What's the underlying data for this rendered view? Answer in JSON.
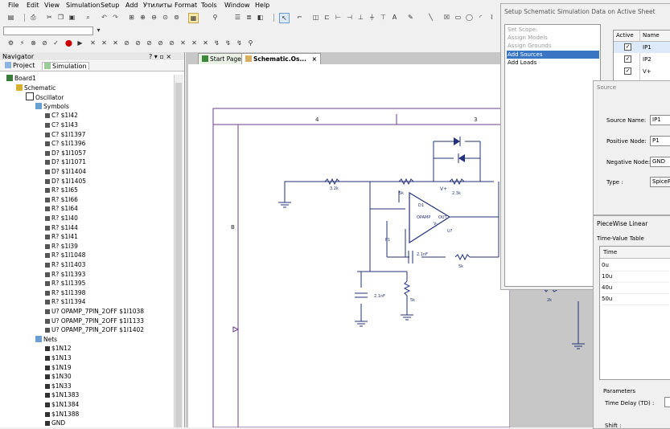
{
  "menu": [
    "File",
    "Edit",
    "View",
    "Simulation",
    "Setup",
    "Add",
    "Утилиты",
    "Format",
    "Tools",
    "Window",
    "Help"
  ],
  "navigator": {
    "title": "Navigator",
    "header_controls": "? ▾ ▫ ×",
    "tabs": [
      "Project",
      "Simulation"
    ],
    "tree": [
      {
        "label": "Board1",
        "indent": 0,
        "icon": "board-icon"
      },
      {
        "label": "Schematic",
        "indent": 1,
        "icon": "schematic-icon"
      },
      {
        "label": "Oscillator",
        "indent": 2,
        "icon": "sheet-icon"
      },
      {
        "label": "Symbols",
        "indent": 3,
        "icon": "folder-icon"
      },
      {
        "label": "C? $1I42",
        "indent": 4,
        "icon": "symbol-icon"
      },
      {
        "label": "C? $1I43",
        "indent": 4,
        "icon": "symbol-icon"
      },
      {
        "label": "C? $1I1397",
        "indent": 4,
        "icon": "symbol-icon"
      },
      {
        "label": "C? $1I1396",
        "indent": 4,
        "icon": "symbol-icon"
      },
      {
        "label": "D? $1I1057",
        "indent": 4,
        "icon": "symbol-icon"
      },
      {
        "label": "D? $1I1071",
        "indent": 4,
        "icon": "symbol-icon"
      },
      {
        "label": "D? $1I1404",
        "indent": 4,
        "icon": "symbol-icon"
      },
      {
        "label": "D? $1I1405",
        "indent": 4,
        "icon": "symbol-icon"
      },
      {
        "label": "R? $1I65",
        "indent": 4,
        "icon": "symbol-icon"
      },
      {
        "label": "R? $1I66",
        "indent": 4,
        "icon": "symbol-icon"
      },
      {
        "label": "R? $1I64",
        "indent": 4,
        "icon": "symbol-icon"
      },
      {
        "label": "R? $1I40",
        "indent": 4,
        "icon": "symbol-icon"
      },
      {
        "label": "R? $1I44",
        "indent": 4,
        "icon": "symbol-icon"
      },
      {
        "label": "R? $1I41",
        "indent": 4,
        "icon": "symbol-icon"
      },
      {
        "label": "R? $1I39",
        "indent": 4,
        "icon": "symbol-icon"
      },
      {
        "label": "R? $1I1048",
        "indent": 4,
        "icon": "symbol-icon"
      },
      {
        "label": "R? $1I1403",
        "indent": 4,
        "icon": "symbol-icon"
      },
      {
        "label": "R? $1I1393",
        "indent": 4,
        "icon": "symbol-icon"
      },
      {
        "label": "R? $1I1395",
        "indent": 4,
        "icon": "symbol-icon"
      },
      {
        "label": "R? $1I1398",
        "indent": 4,
        "icon": "symbol-icon"
      },
      {
        "label": "R? $1I1394",
        "indent": 4,
        "icon": "symbol-icon"
      },
      {
        "label": "U? OPAMP_7PIN_2OFF $1I1038",
        "indent": 4,
        "icon": "symbol-icon"
      },
      {
        "label": "U? OPAMP_7PIN_2OFF $1I1133",
        "indent": 4,
        "icon": "symbol-icon"
      },
      {
        "label": "U? OPAMP_7PIN_2OFF $1I1402",
        "indent": 4,
        "icon": "symbol-icon"
      },
      {
        "label": "Nets",
        "indent": 3,
        "icon": "folder-icon"
      },
      {
        "label": "$1N12",
        "indent": 4,
        "icon": "net-icon"
      },
      {
        "label": "$1N13",
        "indent": 4,
        "icon": "net-icon"
      },
      {
        "label": "$1N19",
        "indent": 4,
        "icon": "net-icon"
      },
      {
        "label": "$1N30",
        "indent": 4,
        "icon": "net-icon"
      },
      {
        "label": "$1N33",
        "indent": 4,
        "icon": "net-icon"
      },
      {
        "label": "$1N1383",
        "indent": 4,
        "icon": "net-icon"
      },
      {
        "label": "$1N1384",
        "indent": 4,
        "icon": "net-icon"
      },
      {
        "label": "$1N1388",
        "indent": 4,
        "icon": "net-icon"
      },
      {
        "label": "GND",
        "indent": 4,
        "icon": "net-icon"
      }
    ]
  },
  "doc_tabs": [
    "Start Page",
    "Schematic.Os..."
  ],
  "schematic": {
    "zone_labels": [
      "4",
      "3",
      "B"
    ],
    "components": [
      "3.2k",
      "5k",
      "2.3k",
      "V+",
      "D1",
      "OPAMP",
      "OUT",
      "V-",
      "U?",
      "P1",
      "2.1nF",
      "5k",
      "2.1nF",
      "5k",
      "2k"
    ]
  },
  "dialog": {
    "title": "Setup Schematic Simulation Data on Active Sheet",
    "scope_items": [
      "Set Scope:",
      "Assign Models",
      "Assign Grounds",
      "Add Sources",
      "Add Loads"
    ],
    "selected_scope": "Add Sources",
    "grid_headers": [
      "Active",
      "Name"
    ],
    "grid_rows": [
      {
        "active": true,
        "name": "IP1"
      },
      {
        "active": true,
        "name": "IP2"
      },
      {
        "active": true,
        "name": "V+"
      }
    ],
    "source": {
      "title": "Source",
      "name_label": "Source Name:",
      "name_value": "IP1",
      "pos_label": "Positive Node:",
      "pos_value": "P1",
      "neg_label": "Negative Node:",
      "neg_value": "GND",
      "type_label": "Type :",
      "type_value": "SpicePr"
    },
    "pwl": {
      "title": "PieceWise Linear",
      "table_label": "Time-Value Table",
      "col_header": "Time",
      "times": [
        "0u",
        "10u",
        "40u",
        "50u"
      ],
      "params_label": "Parameters",
      "delay_label": "Time Delay (TD) :",
      "shift_label": "Shift :"
    }
  }
}
